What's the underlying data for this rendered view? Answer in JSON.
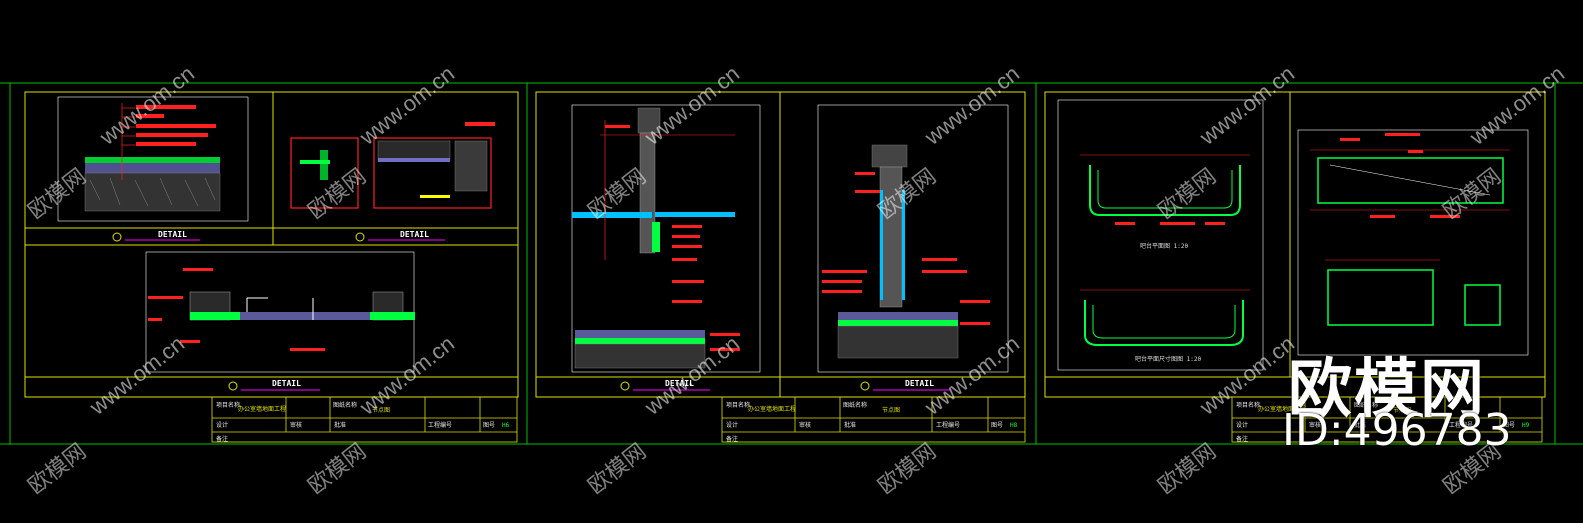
{
  "watermark": {
    "url": "www.om.cn",
    "cn": "欧模网"
  },
  "brand": {
    "name": "欧模网",
    "id_text": "ID:496783"
  },
  "sheets": [
    {
      "detail_labels": [
        "DETAIL",
        "DETAIL",
        "DETAIL"
      ],
      "title_block": {
        "project_label": "项目名称",
        "project_name": "办公室墙地面工程",
        "drawing_label": "图纸名称",
        "drawing_name": "节点图",
        "designer_label": "设计",
        "check_label": "审核",
        "audit_label": "批准",
        "job_label": "工程编号",
        "sheet_label": "图号",
        "sheet_no": "H6",
        "remark_label": "备注"
      }
    },
    {
      "detail_labels": [
        "DETAIL",
        "DETAIL"
      ],
      "title_block": {
        "project_label": "项目名称",
        "project_name": "办公室墙地面工程",
        "drawing_label": "图纸名称",
        "drawing_name": "节点图",
        "designer_label": "设计",
        "check_label": "审核",
        "audit_label": "批准",
        "job_label": "工程编号",
        "sheet_label": "图号",
        "sheet_no": "H8",
        "remark_label": "备注"
      }
    },
    {
      "plan_captions": [
        "吧台平面图 1:20",
        "吧台平面尺寸图图 1:20"
      ],
      "title_block": {
        "project_label": "项目名称",
        "project_name": "办公室墙地面工程",
        "drawing_label": "图纸名称",
        "drawing_name": "节点图",
        "designer_label": "设计",
        "check_label": "审核",
        "audit_label": "批准",
        "job_label": "工程编号",
        "sheet_label": "图号",
        "sheet_no": "H9",
        "remark_label": "备注"
      }
    }
  ],
  "colors": {
    "frame": "#00d000",
    "inner_frame": "#e0e000",
    "annotation": "#ff2020",
    "fill_green": "#00ff40",
    "cyan": "#00c0ff",
    "white": "#ffffff"
  }
}
